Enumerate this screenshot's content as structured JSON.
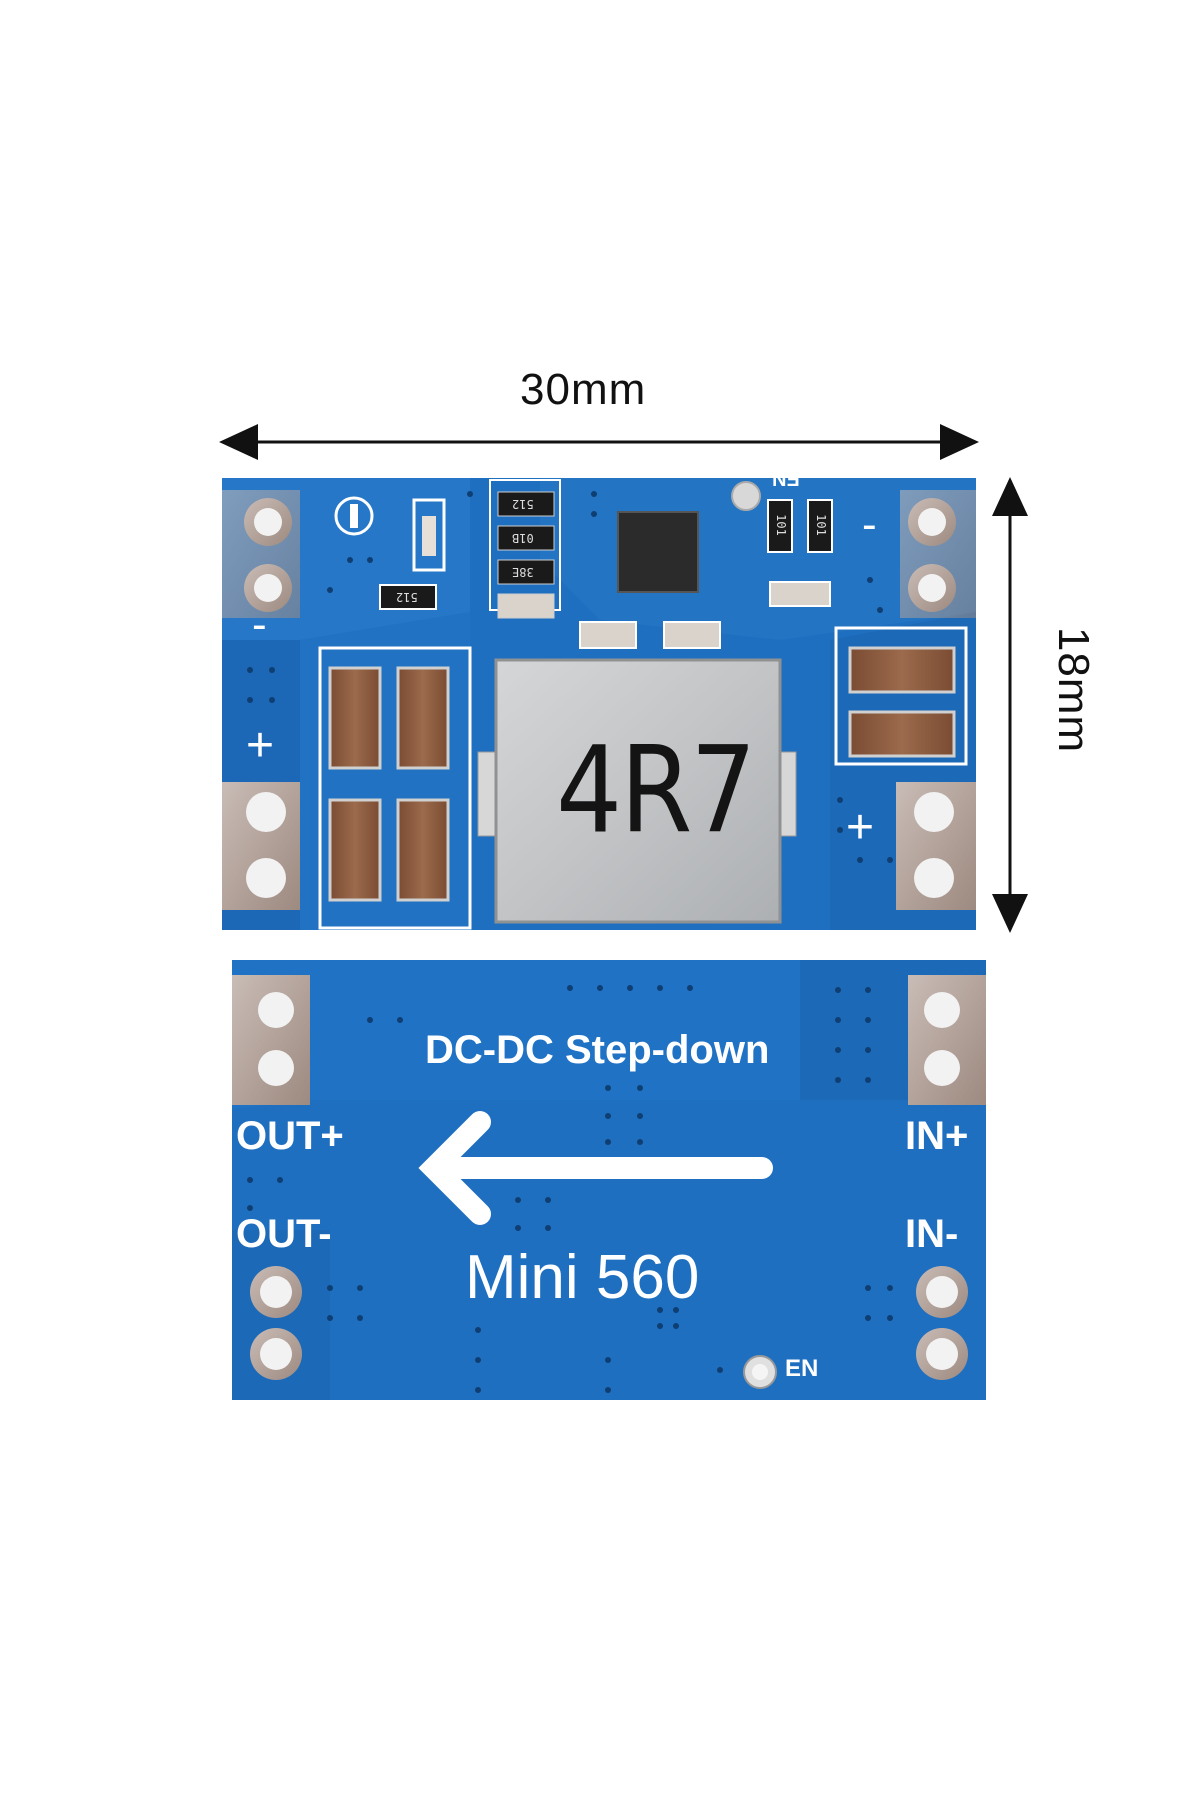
{
  "dimensions": {
    "width_label": "30mm",
    "height_label": "18mm"
  },
  "front_board": {
    "inductor_code": "4R7",
    "resistor_codes": [
      "512",
      "01B",
      "38E",
      "512",
      "101",
      "101"
    ],
    "silk_en": "EN",
    "silk_minus_left": "-",
    "silk_plus_left": "+",
    "silk_minus_right": "-",
    "silk_plus_right": "+"
  },
  "back_board": {
    "title": "DC-DC Step-down",
    "model": "Mini 560",
    "out_plus": "OUT+",
    "out_minus": "OUT-",
    "in_plus": "IN+",
    "in_minus": "IN-",
    "en": "EN"
  },
  "colors": {
    "pcb_blue": "#1f6fc0",
    "pcb_blue_dark": "#185ea8",
    "trace_blue": "#2b82d6",
    "silkscreen": "#ffffff",
    "inductor_body": "#c4c6c8",
    "capacitor": "#8a5a3e",
    "pad": "#b8a8a0"
  }
}
